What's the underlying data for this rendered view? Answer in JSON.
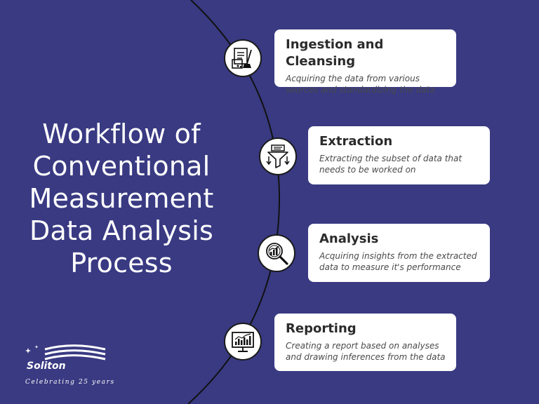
{
  "title_lines": [
    "Workflow of",
    "Conventional",
    "Measurement",
    "Data Analysis",
    "Process"
  ],
  "steps": [
    {
      "title": "Ingestion and Cleansing",
      "desc_line1": "Acquiring the data from various",
      "desc_line2": "sources and standardizing the data",
      "icon": "documents-cleaning-icon"
    },
    {
      "title": "Extraction",
      "desc_line1": "Extracting the subset of data that",
      "desc_line2": "needs to be worked on",
      "icon": "funnel-icon"
    },
    {
      "title": "Analysis",
      "desc_line1": "Acquiring insights from the extracted",
      "desc_line2": "data to measure it's performance",
      "icon": "magnifier-chart-icon"
    },
    {
      "title": "Reporting",
      "desc_line1": "Creating a report based on analyses",
      "desc_line2": "and drawing inferences from the data",
      "icon": "monitor-chart-icon"
    }
  ],
  "brand": {
    "name": "Soliton",
    "tagline": "Celebrating 25 years"
  },
  "colors": {
    "background": "#393a82",
    "card": "#ffffff",
    "arc": "#111111"
  }
}
